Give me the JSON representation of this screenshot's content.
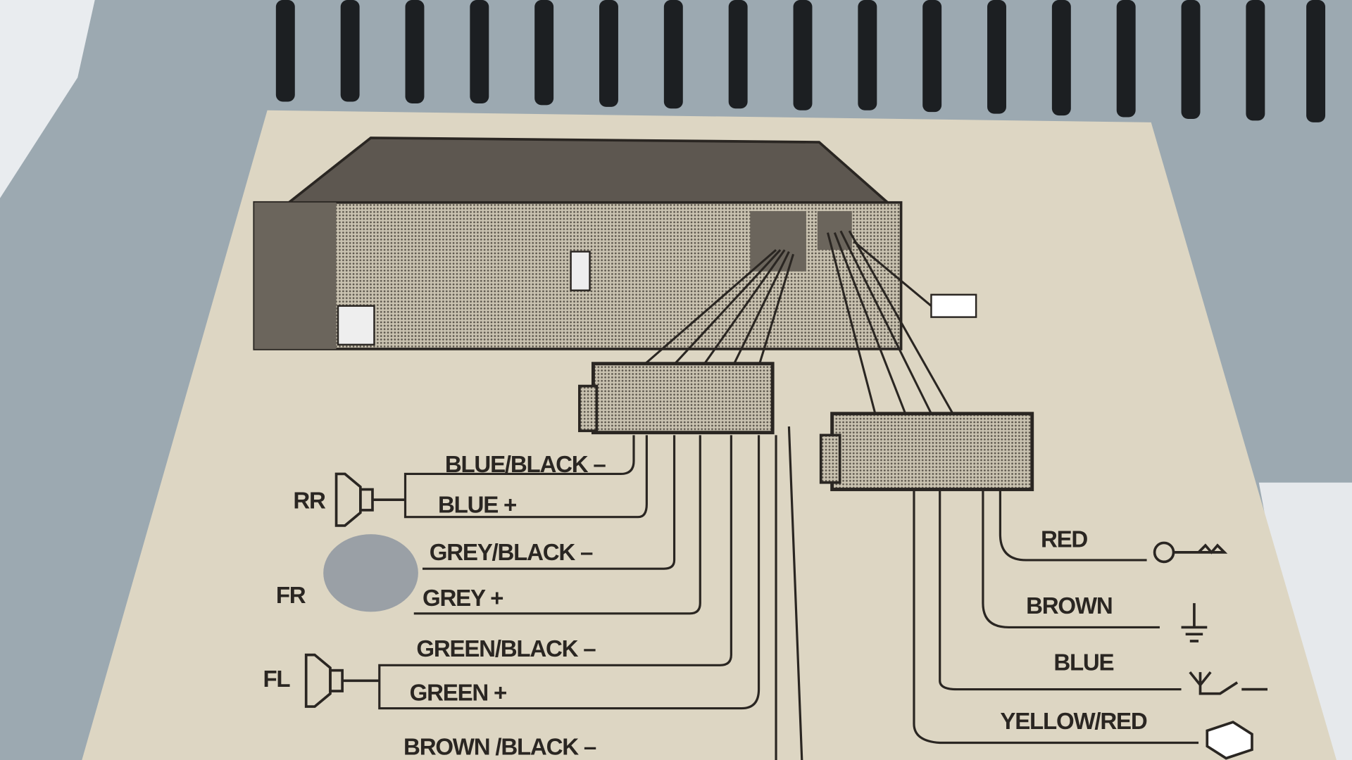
{
  "diagram": {
    "speaker_labels": {
      "rr": "RR",
      "fr": "FR",
      "fl": "FL"
    },
    "left_wires": [
      "BLUE/BLACK –",
      "BLUE +",
      "GREY/BLACK –",
      "GREY +",
      "GREEN/BLACK –",
      "GREEN +",
      "BROWN /BLACK –"
    ],
    "right_wires": [
      {
        "label": "RED",
        "icon": "ignition-key-icon"
      },
      {
        "label": "BROWN",
        "icon": "ground-icon"
      },
      {
        "label": "BLUE",
        "icon": "antenna-switch-icon"
      },
      {
        "label": "YELLOW/RED",
        "icon": "battery-box-icon"
      }
    ]
  }
}
